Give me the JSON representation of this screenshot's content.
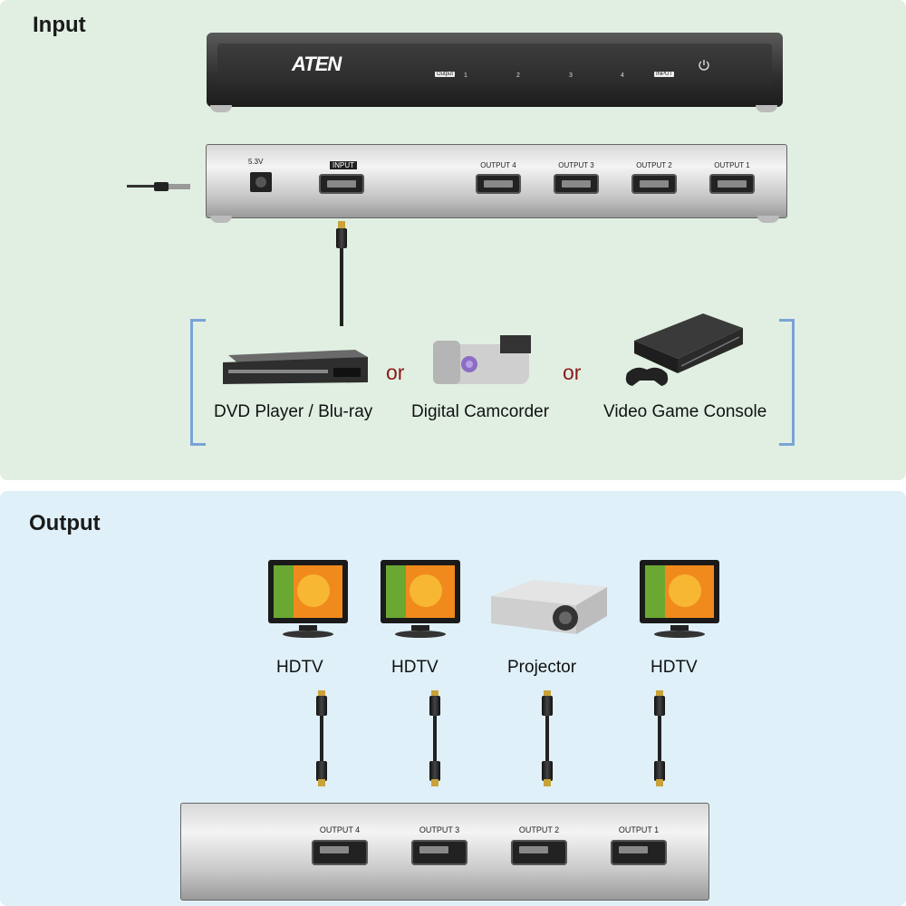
{
  "input_section": {
    "title": "Input",
    "front_panel": {
      "logo": "ATEN",
      "output_label": "Output",
      "port_numbers": [
        "1",
        "2",
        "3",
        "4"
      ],
      "input_label": "INPUT",
      "power_icon": "power-icon"
    },
    "rear_panel": {
      "power_label": "5.3V",
      "input_label": "INPUT",
      "outputs": [
        "OUTPUT 4",
        "OUTPUT 3",
        "OUTPUT 2",
        "OUTPUT 1"
      ]
    },
    "devices": [
      {
        "label": "DVD Player / Blu-ray",
        "icon": "dvd-player-icon"
      },
      {
        "label": "Digital Camcorder",
        "icon": "camcorder-icon"
      },
      {
        "label": "Video Game Console",
        "icon": "game-console-icon"
      }
    ],
    "separator": "or"
  },
  "output_section": {
    "title": "Output",
    "devices": [
      {
        "label": "HDTV",
        "icon": "hdtv-icon"
      },
      {
        "label": "HDTV",
        "icon": "hdtv-icon"
      },
      {
        "label": "Projector",
        "icon": "projector-icon"
      },
      {
        "label": "HDTV",
        "icon": "hdtv-icon"
      }
    ],
    "rear_outputs": [
      "OUTPUT 4",
      "OUTPUT 3",
      "OUTPUT 2",
      "OUTPUT 1"
    ]
  },
  "colors": {
    "input_bg": "#e0efe2",
    "output_bg": "#dff0f8",
    "or_color": "#8b1a1a",
    "bracket_color": "#7aa3d6"
  }
}
